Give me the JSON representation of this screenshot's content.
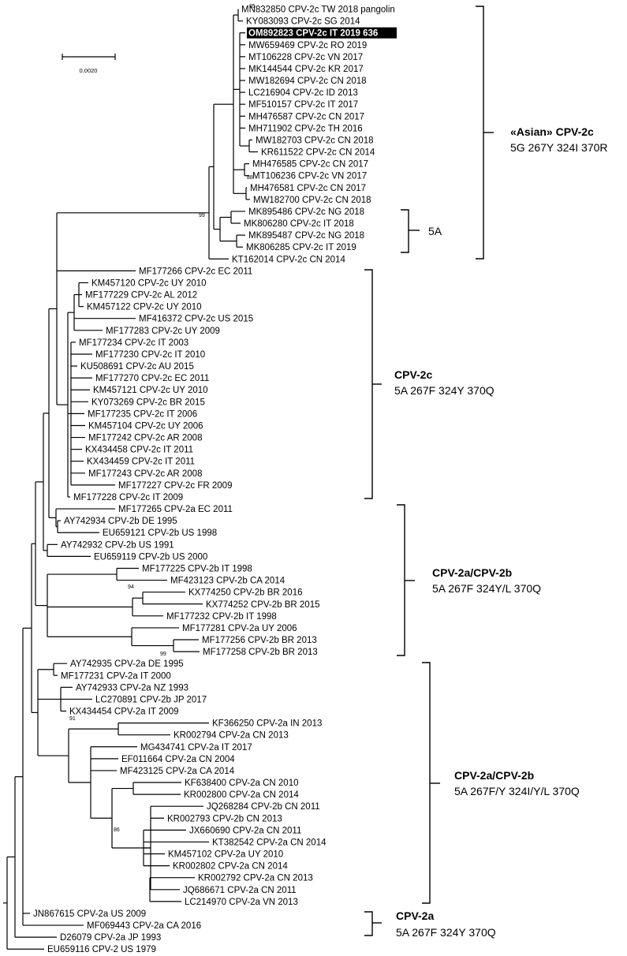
{
  "chart_data": {
    "type": "phylogenetic_tree",
    "scale_bar": "0.0020",
    "bootstrap_values": [
      "85",
      "88",
      "99",
      "94",
      "99",
      "91",
      "86"
    ],
    "leaves": [
      "MN832850 CPV-2c TW 2018 pangolin",
      "KY083093 CPV-2c SG 2014",
      "OM892823 CPV-2c IT 2019 636",
      "MW659469 CPV-2c RO 2019",
      "MT106228 CPV-2c VN 2017",
      "MK144544 CPV-2c KR 2017",
      "MW182694 CPV-2c CN 2018",
      "LC216904 CPV-2c ID 2013",
      "MF510157 CPV-2c IT 2017",
      "MH476587 CPV-2c CN 2017",
      "MH711902 CPV-2c TH 2016",
      "MW182703 CPV-2c CN 2018",
      "KR611522 CPV-2c CN 2014",
      "MH476585 CPV-2c CN 2017",
      "MT106236 CPV-2c VN 2017",
      "MH476581 CPV-2c CN 2017",
      "MW182700 CPV-2c CN 2018",
      "MK895486 CPV-2c NG 2018",
      "MK806280 CPV-2c IT 2018",
      "MK895487 CPV-2c NG 2018",
      "MK806285 CPV-2c IT 2019",
      "KT162014 CPV-2c CN 2014",
      "MF177266 CPV-2c EC 2011",
      "KM457120 CPV-2c UY 2010",
      "MF177229 CPV-2c AL 2012",
      "KM457122 CPV-2c UY 2010",
      "MF416372 CPV-2c US 2015",
      "MF177283 CPV-2c UY 2009",
      "MF177234 CPV-2c IT 2003",
      "MF177230 CPV-2c IT 2010",
      "KU508691 CPV-2c AU 2015",
      "MF177270 CPV-2c EC 2011",
      "KM457121 CPV-2c UY 2010",
      "KY073269 CPV-2c BR 2015",
      "MF177235 CPV-2c IT 2006",
      "KM457104 CPV-2c UY 2006",
      "MF177242 CPV-2c AR 2008",
      "KX434458 CPV-2c IT 2011",
      "KX434459 CPV-2c IT 2011",
      "MF177243 CPV-2c AR 2008",
      "MF177227 CPV-2c FR 2009",
      "MF177228 CPV-2c IT 2009",
      "MF177265 CPV-2a EC 2011",
      "AY742934 CPV-2b DE 1995",
      "EU659121 CPV-2b US 1998",
      "AY742932 CPV-2b US 1991",
      "EU659119 CPV-2b US 2000",
      "MF177225 CPV-2b IT 1998",
      "MF423123 CPV-2b CA 2014",
      "KX774250 CPV-2b BR 2016",
      "KX774252 CPV-2b BR 2015",
      "MF177232 CPV-2b IT 1998",
      "MF177281 CPV-2a UY 2006",
      "MF177256 CPV-2b BR 2013",
      "MF177258 CPV-2b BR 2013",
      "AY742935 CPV-2a DE 1995",
      "MF177231 CPV-2a IT 2000",
      "AY742933 CPV-2a NZ 1993",
      "LC270891 CPV-2b JP 2017",
      "KX434454 CPV-2a IT 2009",
      "KF366250 CPV-2a IN 2013",
      "KR002794 CPV-2a CN 2013",
      "MG434741 CPV-2a IT 2017",
      "EF011664 CPV-2a CN 2004",
      "MF423125 CPV-2a CA 2014",
      "KF638400 CPV-2a CN 2010",
      "KR002800 CPV-2a CN 2014",
      "JQ268284 CPV-2b CN 2011",
      "KR002793 CPV-2b CN 2013",
      "JX660690 CPV-2a CN 2011",
      "KT382542 CPV-2a CN 2014",
      "KM457102 CPV-2a UY 2010",
      "KR002802 CPV-2a CN 2014",
      "KR002792 CPV-2a CN 2013",
      "JQ686671 CPV-2a CN 2011",
      "LC214970 CPV-2a VN 2013",
      "JN867615 CPV-2a US 2009",
      "MF069443 CPV-2a CA 2016",
      "D26079 CPV-2a JP 1993",
      "EU659116 CPV-2 US 1979"
    ],
    "highlighted_leaf": "OM892823 CPV-2c IT 2019 636",
    "clades": [
      {
        "name": "«Asian» CPV-2c",
        "description": "5G  267Y  324I  370R"
      },
      {
        "name": "CPV-2c",
        "description": "5A  267F  324Y  370Q"
      },
      {
        "name": "CPV-2a/CPV-2b",
        "description": "5A  267F  324Y/L  370Q"
      },
      {
        "name": "CPV-2a/CPV-2b",
        "description": "5A  267F/Y  324I/Y/L  370Q"
      },
      {
        "name": "CPV-2a",
        "description": "5A  267F  324Y  370Q"
      }
    ],
    "subclade_label": "5A"
  }
}
